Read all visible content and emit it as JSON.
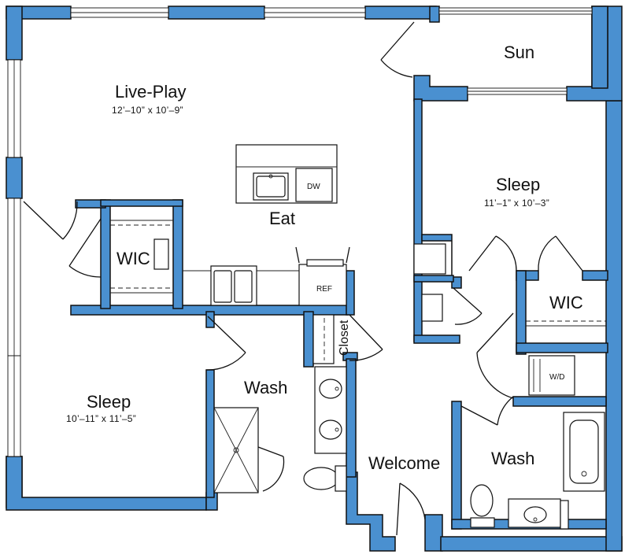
{
  "rooms": {
    "live_play": {
      "name": "Live-Play",
      "dims": "12’–10” x 10’–9”"
    },
    "eat": {
      "name": "Eat"
    },
    "sun": {
      "name": "Sun"
    },
    "sleep_master": {
      "name": "Sleep",
      "dims": "11’–1” x 10’–3”"
    },
    "sleep_second": {
      "name": "Sleep",
      "dims": "10’–11” x 11’–5”"
    },
    "wic_left": {
      "name": "WIC"
    },
    "wic_right": {
      "name": "WIC"
    },
    "wash_left": {
      "name": "Wash"
    },
    "wash_right": {
      "name": "Wash"
    },
    "welcome": {
      "name": "Welcome"
    },
    "closet": {
      "name": "Closet"
    }
  },
  "appliances": {
    "dishwasher": "DW",
    "refrigerator": "REF",
    "washer_dryer": "W/D"
  },
  "colors": {
    "wall_fill": "#4a90d0",
    "line": "#111111",
    "background": "#ffffff"
  }
}
